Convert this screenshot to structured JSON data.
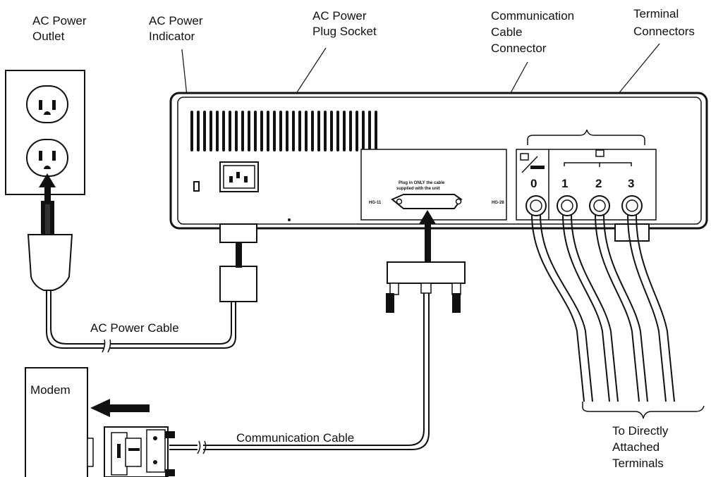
{
  "labels": {
    "outlet": [
      "AC Power",
      "Outlet"
    ],
    "indicator": [
      "AC Power",
      "Indicator"
    ],
    "socket": [
      "AC Power",
      "Plug Socket"
    ],
    "comm_connector": [
      "Communication",
      "Cable",
      "Connector"
    ],
    "terminal_connectors": [
      "Terminal",
      "Connectors"
    ],
    "power_cable": "AC Power Cable",
    "modem": "Modem",
    "comm_cable": "Communication Cable",
    "terminals": [
      "To Directly",
      "Attached",
      "Terminals"
    ]
  },
  "panel": {
    "plug_note": [
      "Plug in ONLY the cable",
      "supplied with the unit"
    ],
    "left_code": "HG-11",
    "right_code": "HG-28"
  },
  "ports": [
    "0",
    "1",
    "2",
    "3"
  ]
}
